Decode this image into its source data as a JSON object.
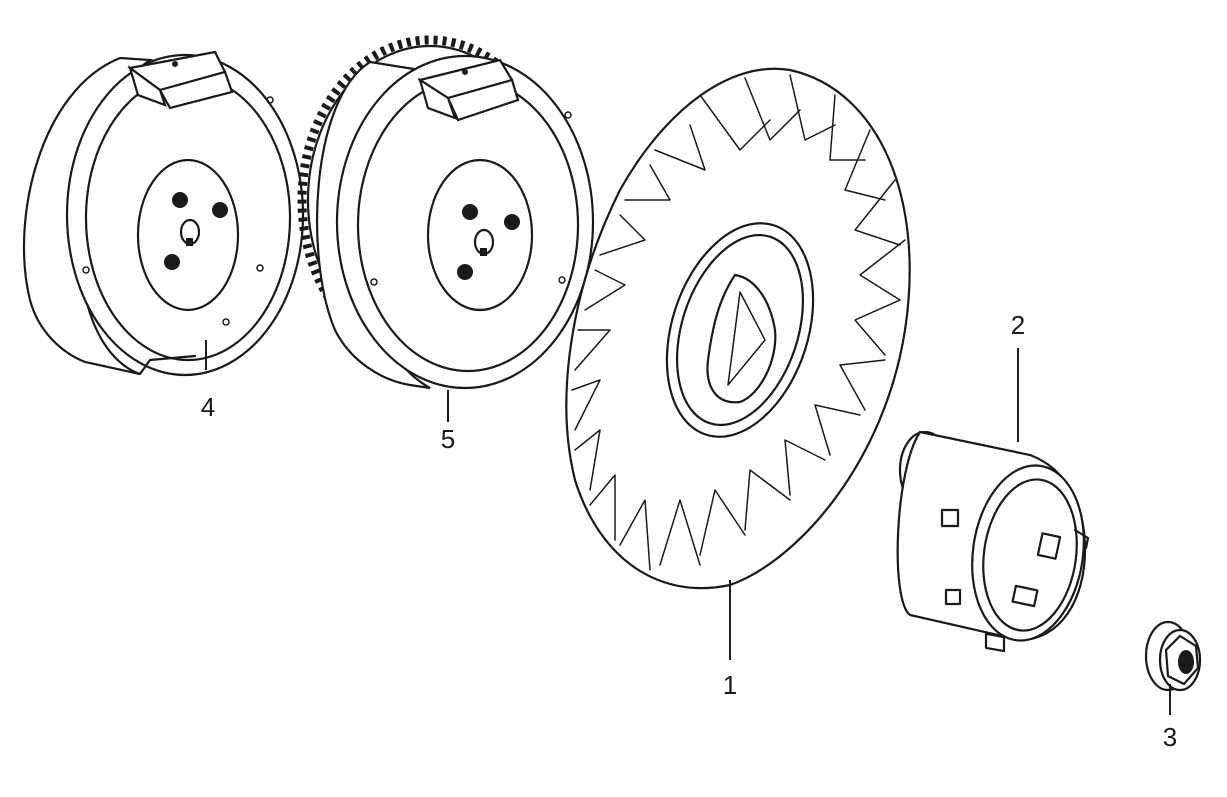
{
  "parts": [
    {
      "id": "fan",
      "callout": "1"
    },
    {
      "id": "starter-cup",
      "callout": "2"
    },
    {
      "id": "flange-nut",
      "callout": "3"
    },
    {
      "id": "flywheel",
      "callout": "4"
    },
    {
      "id": "flywheel-ring-gear",
      "callout": "5"
    }
  ],
  "colors": {
    "ink": "#1a1a1a",
    "background": "#ffffff"
  }
}
